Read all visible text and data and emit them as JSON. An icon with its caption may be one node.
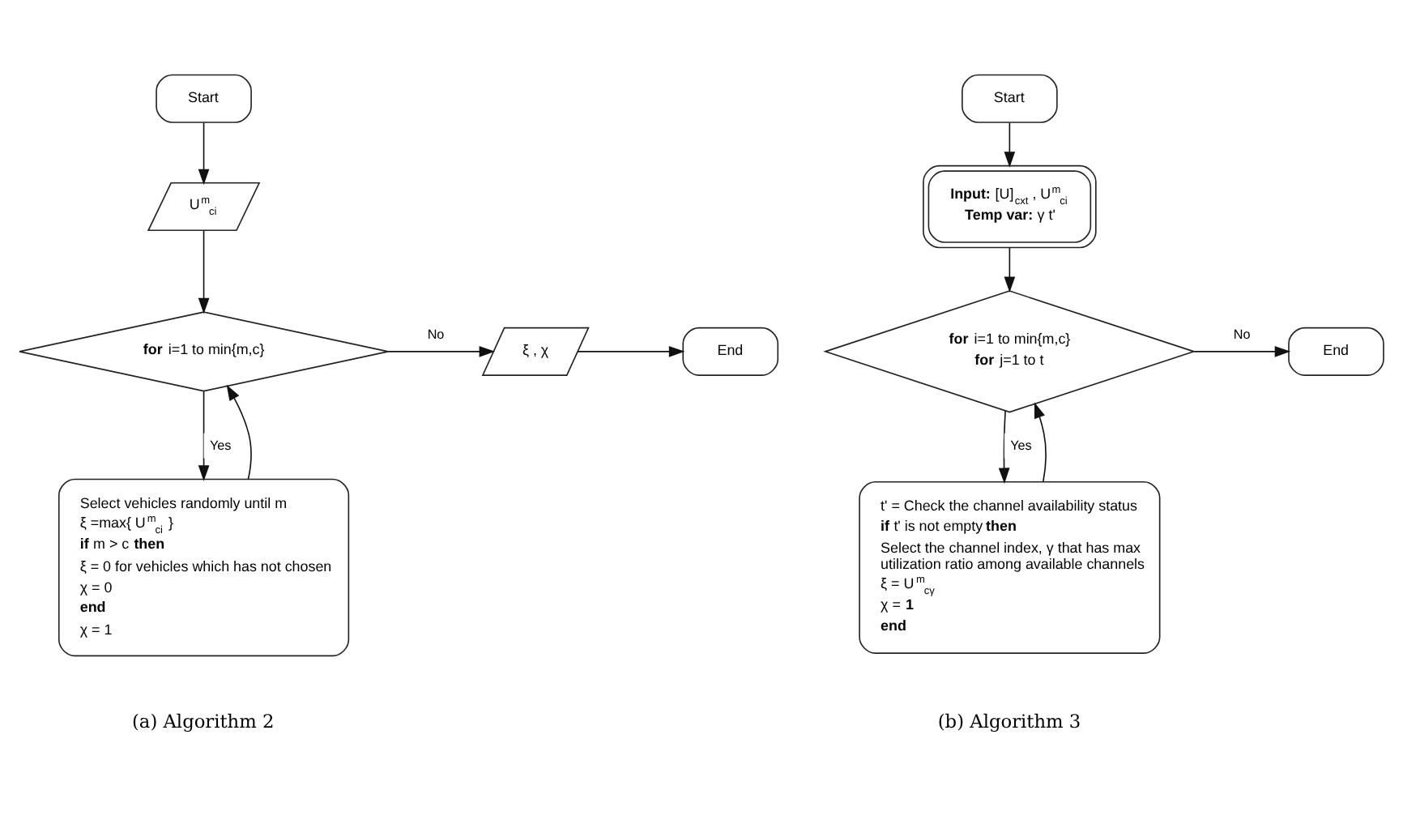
{
  "diagram": {
    "nodes": [
      {
        "text": [
          "Start"
        ]
      },
      {
        "text": [
          "U$^{m}$$_{ci}$"
        ]
      },
      {
        "text": [
          "**for** i=1 to min{m,c}"
        ]
      },
      {
        "text": [
          "ξ , χ"
        ]
      },
      {
        "text": [
          "End"
        ]
      },
      {
        "text": [
          "Select vehicles randomly until m",
          "ξ =max{ U$^{m}$$_{ci}$ }",
          "**if** m > c **then**",
          "ξ = 0 for vehicles which has not chosen",
          "χ = 0",
          "**end**",
          "χ = 1"
        ]
      },
      {
        "text": [
          "Start"
        ]
      },
      {
        "text": [
          "**Input:** [U]$_{cxt}$ , U$^{m}$$_{ci}$",
          "**Temp var:** γ t'"
        ]
      },
      {
        "text": [
          "**for** i=1 to min{m,c}",
          "**for** j=1 to t"
        ]
      },
      {
        "text": [
          "End"
        ]
      },
      {
        "text": [
          "t' = Check the channel availability status",
          "**if** t' is not empty **then**",
          "Select the channel index, γ that has max utilization ratio among available channels",
          "ξ = U$^{m}$$_{cγ}$",
          "χ = **1**",
          "**end**"
        ]
      }
    ],
    "edges": [
      {
        "from": 0,
        "to": 1,
        "arrow": "to"
      },
      {
        "from": 1,
        "to": 2,
        "arrow": "to"
      },
      {
        "from": 2,
        "to": 3,
        "arrow": "to",
        "label": "No"
      },
      {
        "from": 3,
        "to": 4,
        "arrow": "to"
      },
      {
        "from": 2,
        "to": 5,
        "arrow": "to",
        "label": "Yes"
      },
      {
        "from": 5,
        "to": 2,
        "arrow": "to"
      },
      {
        "from": 6,
        "to": 7,
        "arrow": "to"
      },
      {
        "from": 7,
        "to": 8,
        "arrow": "to"
      },
      {
        "from": 8,
        "to": 9,
        "arrow": "to",
        "label": "No"
      },
      {
        "from": 8,
        "to": 10,
        "arrow": "to",
        "label": "Yes"
      },
      {
        "from": 10,
        "to": 8,
        "arrow": "to"
      }
    ],
    "labels": [
      "(a) Algorithm 2",
      "(b) Algorithm 3"
    ]
  }
}
